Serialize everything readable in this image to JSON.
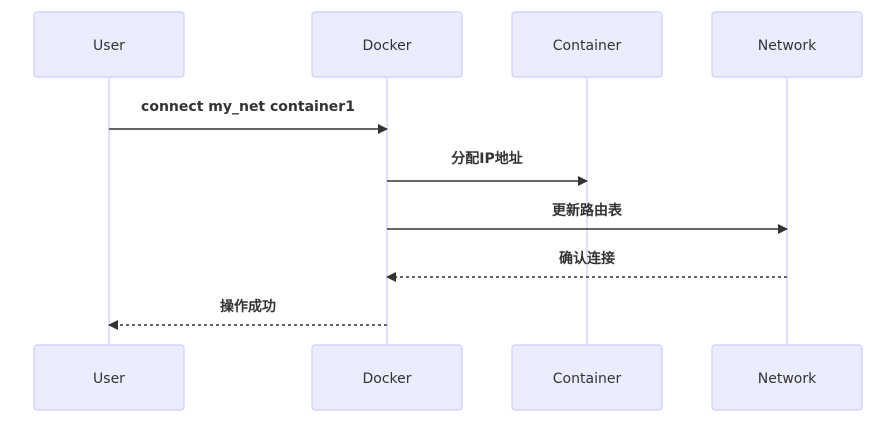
{
  "actors": [
    {
      "id": "user",
      "label": "User"
    },
    {
      "id": "docker",
      "label": "Docker"
    },
    {
      "id": "container",
      "label": "Container"
    },
    {
      "id": "network",
      "label": "Network"
    }
  ],
  "messages": [
    {
      "from": "user",
      "to": "docker",
      "label": "connect my_net container1",
      "style": "solid"
    },
    {
      "from": "docker",
      "to": "container",
      "label": "分配IP地址",
      "style": "solid"
    },
    {
      "from": "docker",
      "to": "network",
      "label": "更新路由表",
      "style": "solid"
    },
    {
      "from": "network",
      "to": "docker",
      "label": "确认连接",
      "style": "dashed"
    },
    {
      "from": "docker",
      "to": "user",
      "label": "操作成功",
      "style": "dashed"
    }
  ],
  "colors": {
    "actor_fill": "#ECECFF",
    "actor_stroke": "#CCCCFF",
    "lifeline": "#CCCCFF",
    "message": "#333333"
  }
}
